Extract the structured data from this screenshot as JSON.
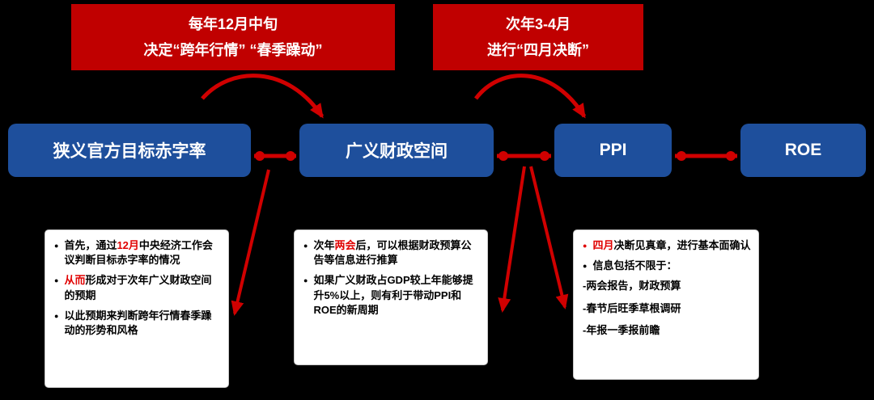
{
  "colors": {
    "banner_red": "#C00000",
    "arrow_red": "#D00000",
    "box_blue": "#1E4F9C",
    "highlight_red": "#E00000",
    "note_bg": "#FFFFFF",
    "page_bg": "#000000"
  },
  "banners": [
    {
      "lines": [
        "每年12月中旬",
        "决定“跨年行情” “春季躁动”"
      ]
    },
    {
      "lines": [
        "次年3-4月",
        "进行“四月决断”"
      ]
    }
  ],
  "stages": [
    {
      "label": "狭义官方目标赤字率"
    },
    {
      "label": "广义财政空间"
    },
    {
      "label": "PPI"
    },
    {
      "label": "ROE"
    }
  ],
  "notes": [
    {
      "items": [
        {
          "bullet": "dark",
          "segments": [
            {
              "t": "首先，通过"
            },
            {
              "t": "12月",
              "red": true
            },
            {
              "t": "中央经济工作会议判断目标赤字率的情况"
            }
          ]
        },
        {
          "bullet": "dark",
          "segments": [
            {
              "t": "从而",
              "red": true
            },
            {
              "t": "形成对于次年广义财政空间的预期"
            }
          ]
        },
        {
          "bullet": "dark",
          "segments": [
            {
              "t": "以此预期来判断跨年行情春季躁动的形势和风格"
            }
          ]
        }
      ]
    },
    {
      "items": [
        {
          "bullet": "dark",
          "segments": [
            {
              "t": "次年"
            },
            {
              "t": "两会",
              "red": true
            },
            {
              "t": "后，可以根据财政预算公告等信息进行推算"
            }
          ]
        },
        {
          "bullet": "dark",
          "segments": [
            {
              "t": "如果广义财政占GDP较上年能够提升5%以上，则有利于带动PPI和ROE的新周期"
            }
          ]
        }
      ]
    },
    {
      "items": [
        {
          "bullet": "red",
          "segments": [
            {
              "t": "四月",
              "red": true
            },
            {
              "t": "决断见真章，进行基本面确认"
            }
          ]
        },
        {
          "bullet": "dark",
          "segments": [
            {
              "t": "信息包括不限于："
            }
          ]
        },
        {
          "bullet": null,
          "segments": [
            {
              "t": "-两会报告，财政预算"
            }
          ]
        },
        {
          "bullet": null,
          "segments": [
            {
              "t": "-春节后旺季草根调研"
            }
          ]
        },
        {
          "bullet": null,
          "segments": [
            {
              "t": "-年报一季报前瞻"
            }
          ]
        }
      ]
    }
  ]
}
